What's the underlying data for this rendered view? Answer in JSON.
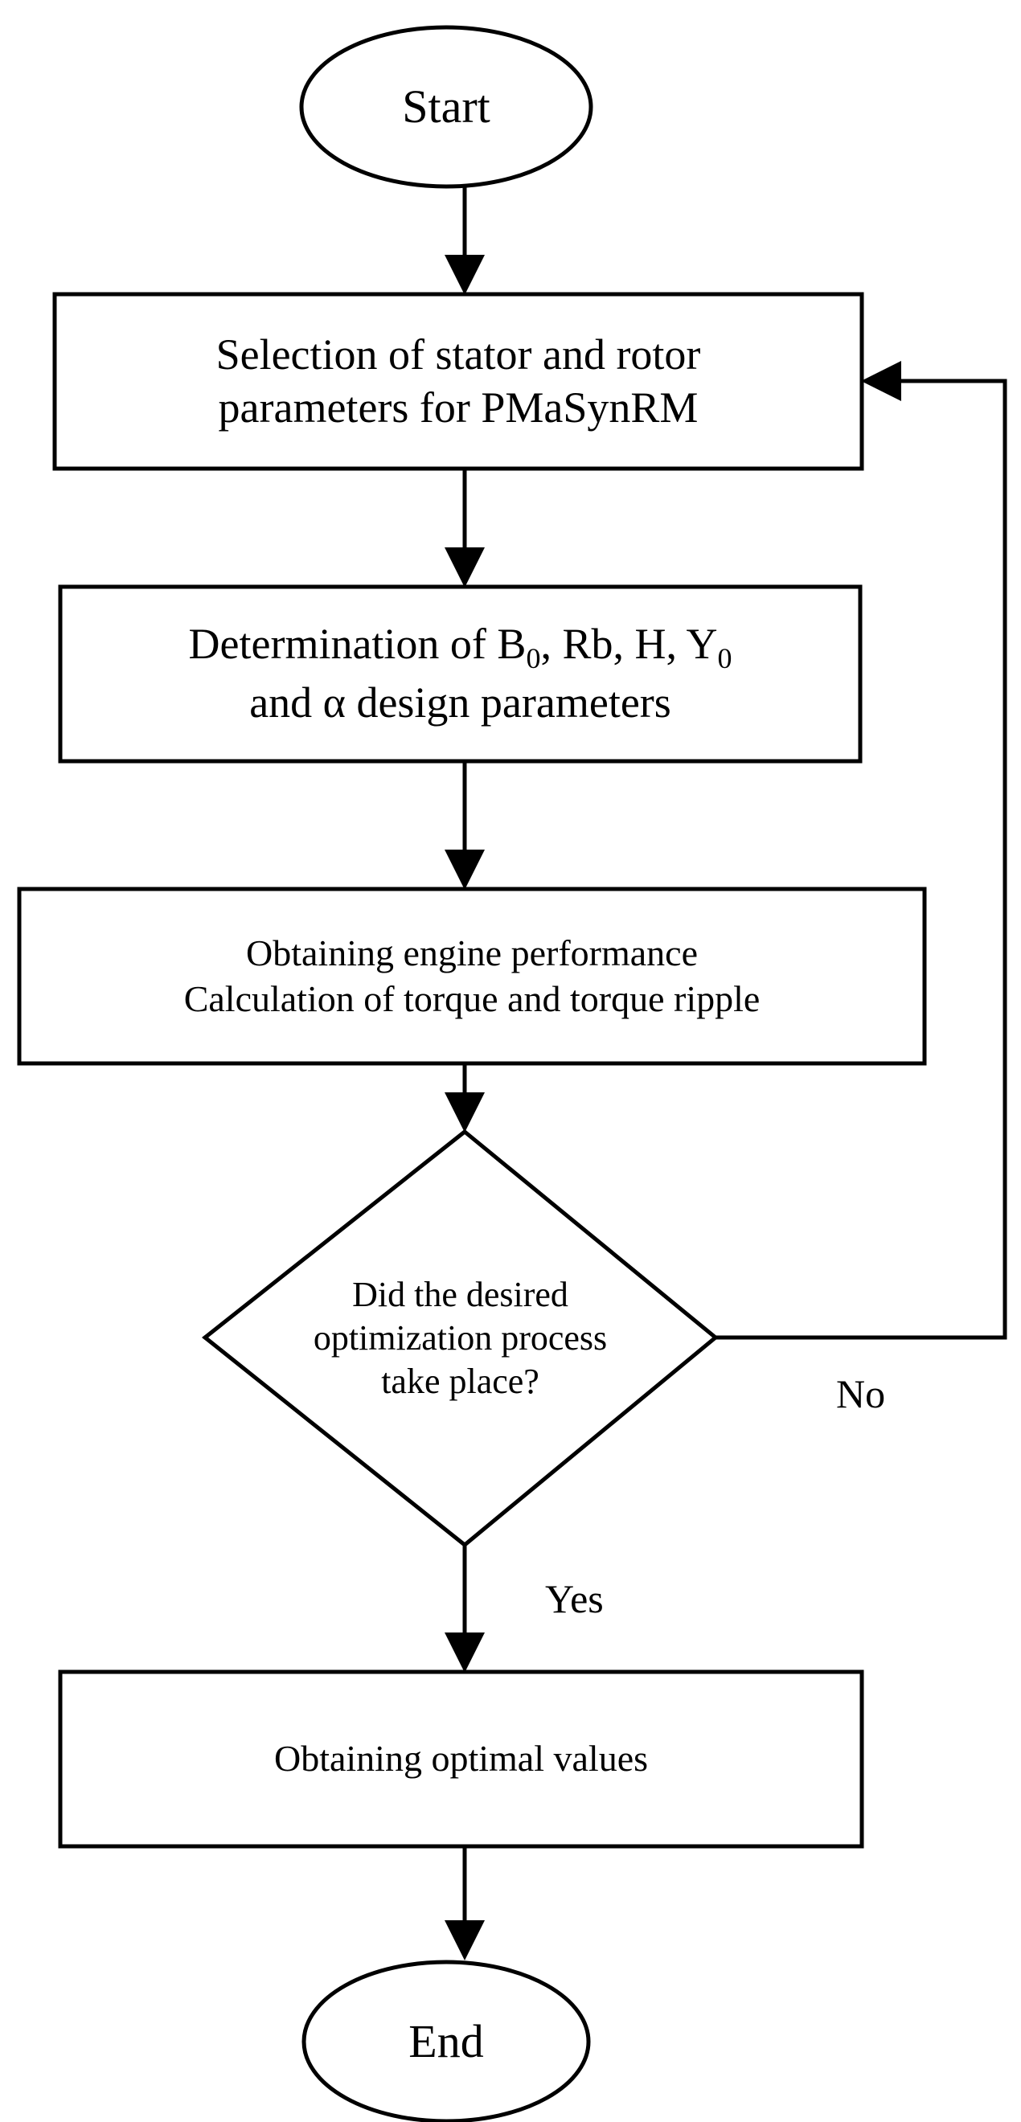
{
  "diagram": {
    "start": {
      "label": "Start"
    },
    "selection_step": {
      "line1": "Selection of stator and rotor",
      "line2": "parameters for PMaSynRM"
    },
    "determination_step": {
      "line1_prefix": "Determination of B",
      "line1_sub1": "0",
      "line1_mid": ", Rb, H, Y",
      "line1_sub2": "0",
      "line2": "and α  design parameters"
    },
    "performance_step": {
      "line1": "Obtaining engine performance",
      "line2": "Calculation of torque and torque ripple"
    },
    "decision": {
      "line1": "Did the desired",
      "line2": "optimization process",
      "line3": "take place?"
    },
    "no_label": "No",
    "yes_label": "Yes",
    "optimal_step": {
      "label": "Obtaining optimal values"
    },
    "end": {
      "label": "End"
    }
  }
}
